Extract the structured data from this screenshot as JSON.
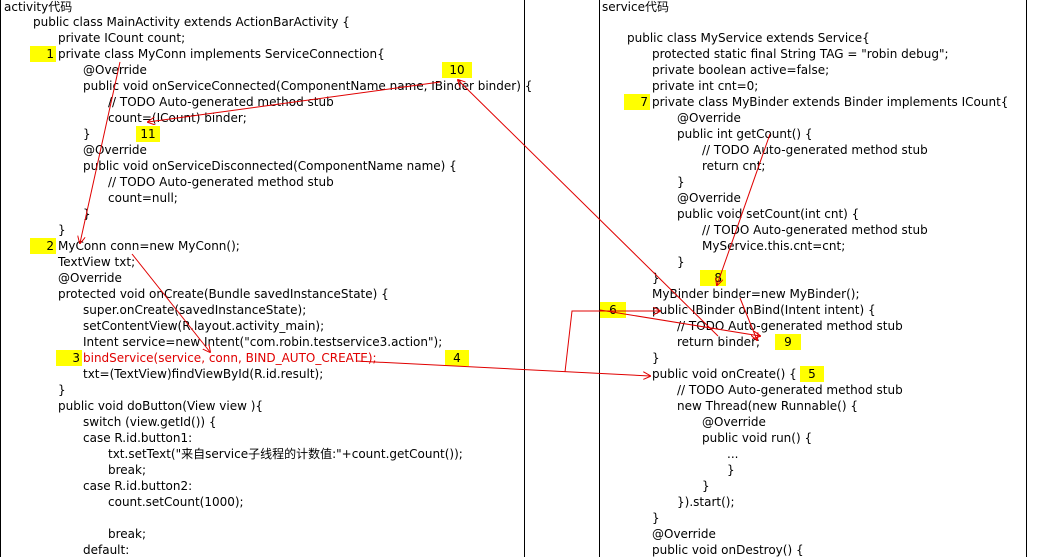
{
  "left_panel": {
    "header": "activity代码",
    "lines": [
      "public class MainActivity extends ActionBarActivity {",
      "private ICount count;",
      "private class MyConn implements ServiceConnection{",
      "@Override",
      "public void onServiceConnected(ComponentName name, IBinder binder) {",
      "// TODO Auto-generated method stub",
      "count=(ICount) binder;",
      "}",
      "@Override",
      "public void onServiceDisconnected(ComponentName name) {",
      "// TODO Auto-generated method stub",
      "count=null;",
      "}",
      "}",
      "MyConn conn=new MyConn();",
      "TextView txt;",
      "@Override",
      "protected void onCreate(Bundle savedInstanceState) {",
      "super.onCreate(savedInstanceState);",
      "setContentView(R.layout.activity_main);",
      "Intent service=new Intent(\"com.robin.testservice3.action\");",
      "bindService(service, conn, BIND_AUTO_CREATE);",
      "txt=(TextView)findViewById(R.id.result);",
      "}",
      "public void doButton(View view ){",
      "switch (view.getId()) {",
      "case R.id.button1:",
      "txt.setText(\"来自service子线程的计数值:\"+count.getCount());",
      "break;",
      "case R.id.button2:",
      "count.setCount(1000);",
      "",
      "break;",
      "default:"
    ]
  },
  "right_panel": {
    "header": "service代码",
    "lines": [
      "public class MyService extends Service{",
      "protected static final String TAG = \"robin debug\";",
      "private boolean active=false;",
      "private int cnt=0;",
      "private class MyBinder extends Binder implements ICount{",
      "@Override",
      "public int getCount() {",
      "// TODO Auto-generated method stub",
      "return cnt;",
      "}",
      "@Override",
      "public void setCount(int cnt) {",
      "// TODO Auto-generated method stub",
      "MyService.this.cnt=cnt;",
      "}",
      "}",
      "MyBinder binder=new MyBinder();",
      "public IBinder onBind(Intent intent) {",
      "// TODO Auto-generated method stub",
      "return binder;",
      "}",
      "public void onCreate() {",
      "// TODO Auto-generated method stub",
      "new Thread(new Runnable() {",
      "@Override",
      "public void run() {",
      "...",
      "}",
      "}",
      "}).start();",
      "}",
      "@Override",
      "public void onDestroy() {"
    ]
  },
  "badges": [
    "1",
    "2",
    "3",
    "4",
    "5",
    "6",
    "7",
    "8",
    "9",
    "10",
    "11"
  ],
  "colors": {
    "highlight": "#ffff00",
    "arrow": "#e00000",
    "text": "#000000",
    "red_text": "#e00000"
  }
}
